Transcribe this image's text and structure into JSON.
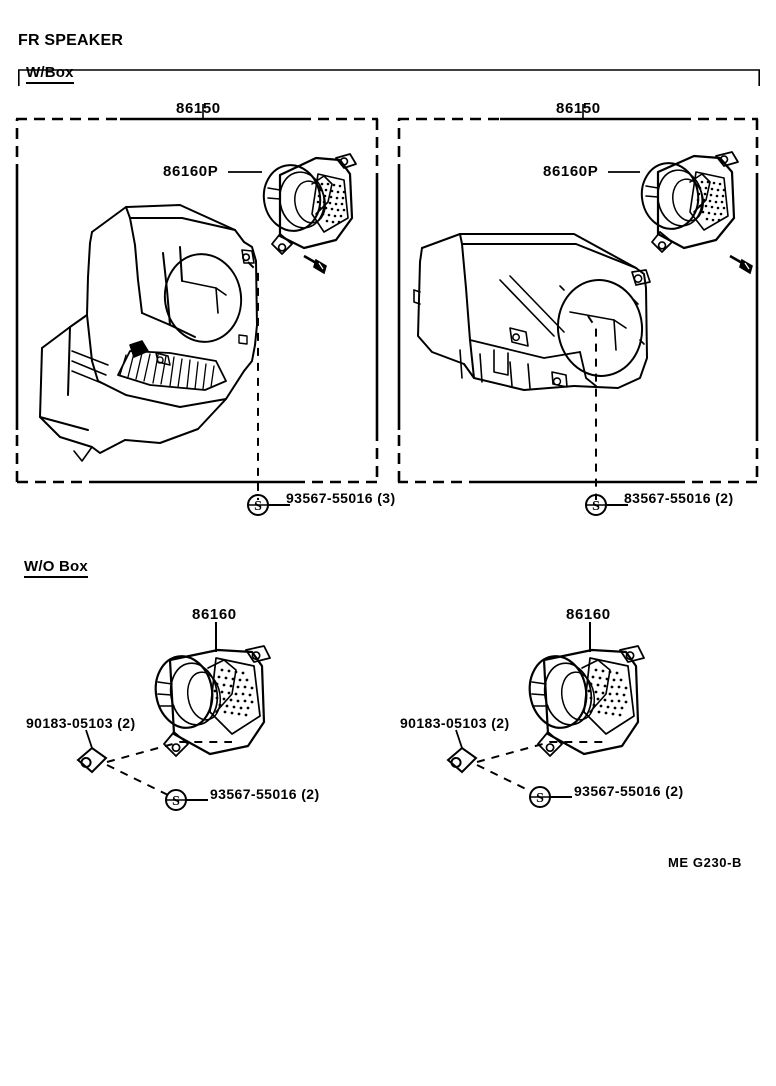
{
  "header": {
    "group_title": "FR SPEAKER",
    "drawing_code": "ME G230-B"
  },
  "sections": [
    {
      "id": "with-box",
      "label": "W/Box",
      "panels": [
        {
          "id": "w-box-left",
          "part_labels": [
            {
              "name": "box-assembly",
              "number": "86150"
            },
            {
              "name": "speaker-in-box",
              "number": "86160P"
            }
          ],
          "fasteners": [
            {
              "name": "tapping-screw",
              "number": "93567-55016",
              "qty": "(3)",
              "symbol": "S"
            }
          ]
        },
        {
          "id": "w-box-right",
          "part_labels": [
            {
              "name": "box-assembly",
              "number": "86150"
            },
            {
              "name": "speaker-in-box",
              "number": "86160P"
            }
          ],
          "fasteners": [
            {
              "name": "tapping-screw",
              "number": "83567-55016",
              "qty": "(2)",
              "symbol": "S"
            }
          ]
        }
      ]
    },
    {
      "id": "without-box",
      "label": "W/O Box",
      "panels": [
        {
          "id": "wo-box-left",
          "part_labels": [
            {
              "name": "speaker",
              "number": "86160"
            }
          ],
          "fasteners": [
            {
              "name": "nut",
              "number": "90183-05103",
              "qty": "(2)",
              "symbol": ""
            },
            {
              "name": "tapping-screw",
              "number": "93567-55016",
              "qty": "(2)",
              "symbol": "S"
            }
          ]
        },
        {
          "id": "wo-box-right",
          "part_labels": [
            {
              "name": "speaker",
              "number": "86160"
            }
          ],
          "fasteners": [
            {
              "name": "nut",
              "number": "90183-05103",
              "qty": "(2)",
              "symbol": ""
            },
            {
              "name": "tapping-screw",
              "number": "93567-55016",
              "qty": "(2)",
              "symbol": "S"
            }
          ]
        }
      ]
    }
  ],
  "labels": {
    "fr_speaker": "FR SPEAKER",
    "w_box": "W/Box",
    "wo_box": "W/O Box",
    "p86150_a": "86150",
    "p86150_b": "86150",
    "p86160P_a": "86160P",
    "p86160P_b": "86160P",
    "p86160_a": "86160",
    "p86160_b": "86160",
    "screw_a": "93567-55016  (3)",
    "screw_b": "83567-55016  (2)",
    "nut_c": "90183-05103 (2)",
    "screw_c": "93567-55016 (2)",
    "nut_d": "90183-05103 (2)",
    "screw_d": "93567-55016 (2)",
    "code": "ME G230-B",
    "screw_symbol": "S"
  }
}
